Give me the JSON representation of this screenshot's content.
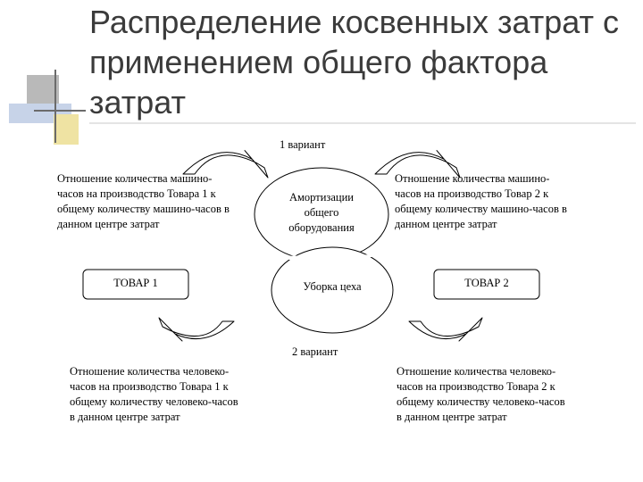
{
  "slide": {
    "title": "Распределение косвенных затрат с применением общего фактора затрат"
  },
  "diagram": {
    "variant1_label": "1 вариант",
    "variant2_label": "2 вариант",
    "top_left_text": [
      "Отношение количества машино-",
      "часов на производство Товара 1 к",
      "общему количеству машино-часов в",
      "данном центре затрат"
    ],
    "top_right_text": [
      "Отношение количества машино-",
      "часов на производство Товар 2 к",
      "общему количеству машино-часов в",
      "данном центре затрат"
    ],
    "bottom_left_text": [
      "Отношение количества человеко-",
      "часов на производство Товара 1 к",
      "общему количеству человеко-часов",
      "в данном центре затрат"
    ],
    "bottom_right_text": [
      "Отношение количества человеко-",
      "часов на производство Товара 2 к",
      "общему количеству человеко-часов",
      "в данном центре затрат"
    ],
    "product1": "ТОВАР 1",
    "product2": "ТОВАР 2",
    "cost_center_top": [
      "Амортизации",
      "общего",
      "оборудования"
    ],
    "cost_center_bottom": "Уборка цеха"
  }
}
